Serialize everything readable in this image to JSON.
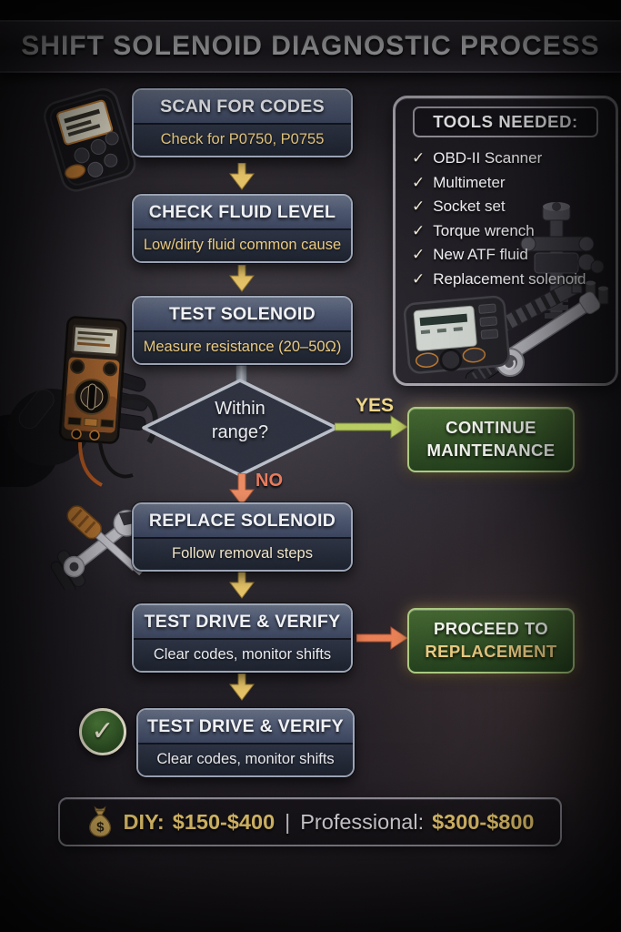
{
  "header": {
    "title": "SHIFT SOLENOID DIAGNOSTIC PROCESS"
  },
  "flowchart": {
    "step_scan": {
      "title": "SCAN FOR CODES",
      "subtitle": "Check for P0750, P0755"
    },
    "step_fluid": {
      "title": "CHECK FLUID LEVEL",
      "subtitle": "Low/dirty fluid common cause"
    },
    "step_test": {
      "title": "TEST SOLENOID",
      "subtitle": "Measure resistance (20–50Ω)"
    },
    "decision": {
      "line1": "Within",
      "line2": "range?",
      "yes_label": "YES",
      "no_label": "NO"
    },
    "outcome_continue": {
      "line1": "CONTINUE",
      "line2": "MAINTENANCE"
    },
    "step_replace": {
      "title": "REPLACE SOLENOID",
      "subtitle": "Follow removal steps"
    },
    "step_verify": {
      "title": "TEST DRIVE & VERIFY",
      "subtitle": "Clear codes, monitor shifts"
    },
    "outcome_proceed": {
      "line1": "PROCEED TO",
      "line2": "REPLACEMENT"
    },
    "step_final": {
      "title": "TEST DRIVE & VERIFY",
      "subtitle": "Clear codes, monitor shifts"
    }
  },
  "tools_panel": {
    "header": "TOOLS NEEDED:",
    "items": [
      "OBD-II Scanner",
      "Multimeter",
      "Socket set",
      "Torque wrench",
      "New ATF fluid",
      "Replacement solenoid"
    ]
  },
  "cost_bar": {
    "diy_label": "DIY:",
    "diy_value": "$150-$400",
    "separator": "|",
    "pro_label": "Professional:",
    "pro_value": "$300-$800"
  },
  "icons": {
    "check": "✓",
    "money_bag": "money-bag-icon",
    "dollar": "$"
  },
  "colors": {
    "gold_accent": "#e7c569",
    "box_border": "#98a2b3",
    "green_fill": "#2f5126",
    "green_border": "#a6c77b",
    "yes_arrow": "#b6ca5e",
    "no_arrow": "#e8795a",
    "cream": "#efe4c6"
  }
}
